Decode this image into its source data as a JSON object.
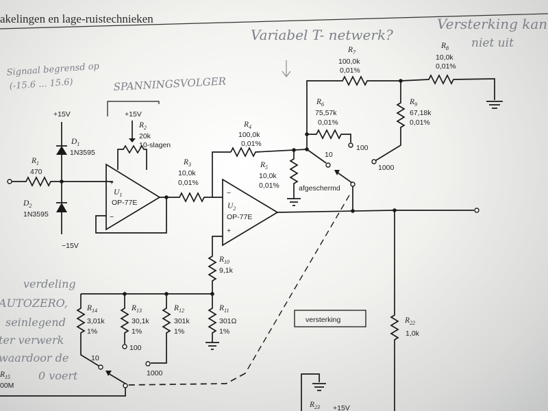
{
  "header": {
    "title": "akelingen en lage-ruistechnieken"
  },
  "handwriting": {
    "top_note_1": "Variabel T- netwerk?",
    "top_note_2": "Versterking kan",
    "top_note_3": "niet uit",
    "left_note_1": "Signaal begrensd op",
    "left_note_2": "(-15.6 ... 15.6)",
    "left_note_3": "SPANNINGSVOLGER",
    "margin_1": "verdeling",
    "margin_2": "AUTOZERO,",
    "margin_3": "seinlegend",
    "margin_4": "ter verwerk",
    "margin_5": "waardoor de",
    "margin_6": "0 voert"
  },
  "supplies": {
    "pos": "+15V",
    "neg": "−15V",
    "pos_bottom": "+15V"
  },
  "components": {
    "r1": {
      "ref": "R",
      "sub": "1",
      "value": "470"
    },
    "d1": {
      "ref": "D",
      "sub": "1",
      "part": "1N3595"
    },
    "d2": {
      "ref": "D",
      "sub": "2",
      "part": "1N3595"
    },
    "u1": {
      "ref": "U",
      "sub": "1",
      "part": "OP-77E"
    },
    "r2": {
      "ref": "R",
      "sub": "2",
      "value": "20k",
      "note": "10-slagen"
    },
    "r3": {
      "ref": "R",
      "sub": "3",
      "value": "10,0k",
      "tol": "0,01%"
    },
    "r4": {
      "ref": "R",
      "sub": "4",
      "value": "100,0k",
      "tol": "0,01%"
    },
    "r5": {
      "ref": "R",
      "sub": "5",
      "value": "10,0k",
      "tol": "0,01%"
    },
    "r6": {
      "ref": "R",
      "sub": "6",
      "value": "75,57k",
      "tol": "0,01%"
    },
    "r7": {
      "ref": "R",
      "sub": "7",
      "value": "100,0k",
      "tol": "0,01%"
    },
    "r8": {
      "ref": "R",
      "sub": "8",
      "value": "10,0k",
      "tol": "0,01%"
    },
    "r9": {
      "ref": "R",
      "sub": "9",
      "value": "67,18k",
      "tol": "0,01%"
    },
    "u2": {
      "ref": "U",
      "sub": "2",
      "part": "OP-77E"
    },
    "r10": {
      "ref": "R",
      "sub": "10",
      "value": "9,1k"
    },
    "r11": {
      "ref": "R",
      "sub": "11",
      "value": "301Ω",
      "tol": "1%"
    },
    "r12": {
      "ref": "R",
      "sub": "12",
      "value": "301k",
      "tol": "1%"
    },
    "r13": {
      "ref": "R",
      "sub": "13",
      "value": "30,1k",
      "tol": "1%"
    },
    "r14": {
      "ref": "R",
      "sub": "14",
      "value": "3,01k",
      "tol": "1%"
    },
    "r15": {
      "ref": "R",
      "sub": "15",
      "value": "00M"
    },
    "r22": {
      "ref": "R",
      "sub": "22",
      "value": "1,0k"
    },
    "r23": {
      "ref": "R",
      "sub": "23"
    }
  },
  "labels": {
    "shielded": "afgeschermd",
    "gain_box": "versterking",
    "sw_top_10": "10",
    "sw_top_100": "100",
    "sw_top_1000": "1000",
    "sw_bot_10": "10",
    "sw_bot_100": "100",
    "sw_bot_1000": "1000",
    "plus": "+",
    "minus": "−"
  }
}
